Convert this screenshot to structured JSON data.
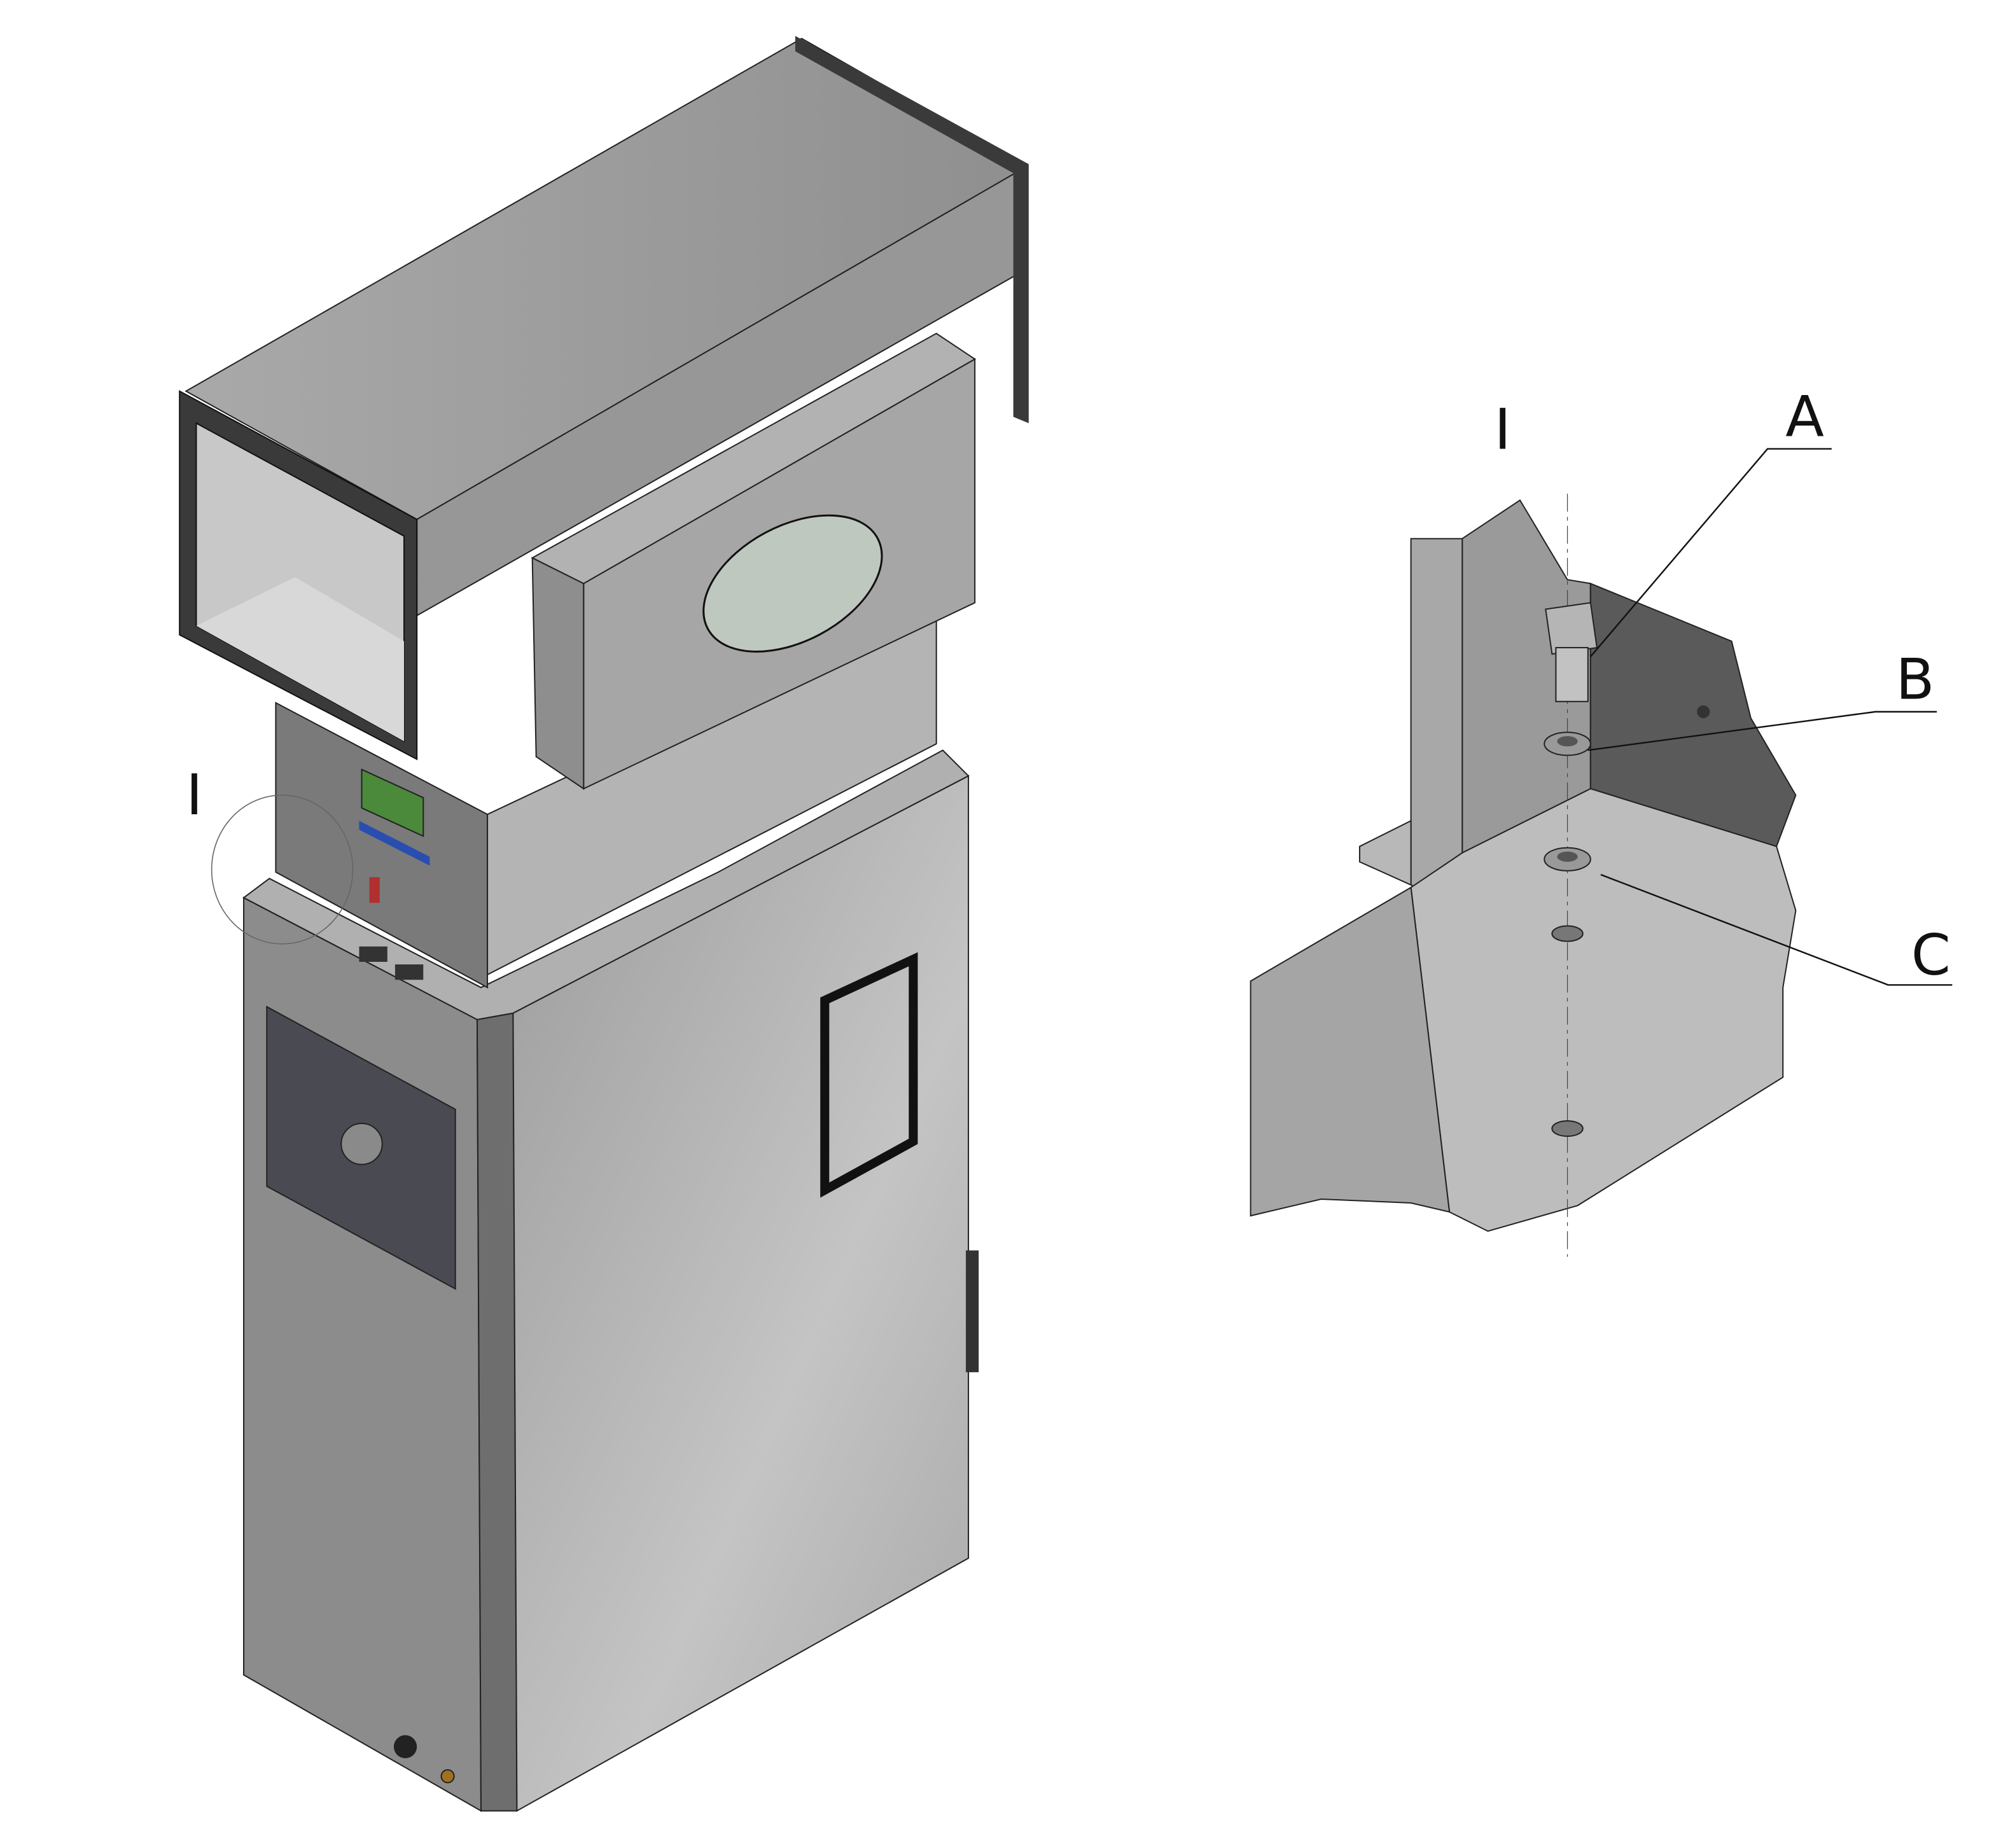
{
  "diagram": {
    "main_view_callout": "I",
    "detail_view_title": "I",
    "callouts": [
      {
        "label": "A"
      },
      {
        "label": "B"
      },
      {
        "label": "C"
      }
    ],
    "colors": {
      "metal_light": "#bdbdbd",
      "metal_mid": "#9a9a9a",
      "metal_dark": "#5a5a5a",
      "display_green": "#4a8a3a",
      "connector_blue": "#2a4db0",
      "line": "#111111"
    }
  }
}
